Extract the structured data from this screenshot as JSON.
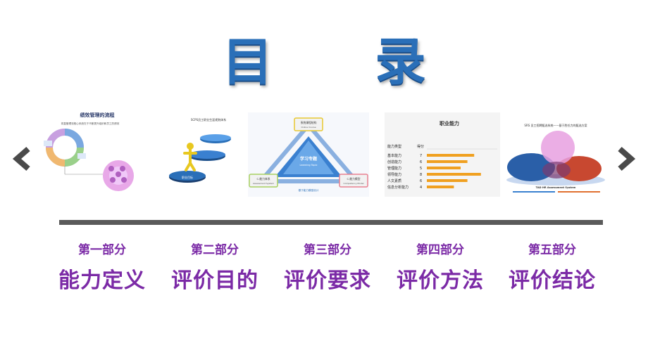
{
  "title": "目 录",
  "nav": {
    "prev_icon": "chevron-left-icon",
    "next_icon": "chevron-right-icon"
  },
  "thumbnails": [
    {
      "caption": "绩效管理的流程",
      "subcaption": "将直管理流程心系统在于不断提升组织和员工的绩效"
    },
    {
      "caption": "SCPS员工职业生涯规划体系",
      "label": "职业目标"
    },
    {
      "top": "系统课程结构",
      "top_en": "Online Course",
      "center": "学习专题",
      "center_en": "Learning Topic",
      "left": "C.能力体系",
      "left_en": "Assessment System",
      "right": "C.能力模型",
      "right_en": "Competency Model",
      "bottom": "基于能力模型设计"
    },
    {
      "caption": "职业能力",
      "col1": "能力类型",
      "col2": "得分",
      "rows": [
        {
          "label": "基本能力",
          "score": 7
        },
        {
          "label": "创造能力",
          "score": 6
        },
        {
          "label": "管理能力",
          "score": 5
        },
        {
          "label": "领导能力",
          "score": 8
        },
        {
          "label": "人文素质",
          "score": 6
        },
        {
          "label": "信息分析能力",
          "score": 4
        }
      ]
    },
    {
      "caption": "SRS 员工招聘甄选系统——基于胜任力的甄选方案",
      "footer": "TAD HR Assessment System"
    }
  ],
  "sections": [
    {
      "num": "第一部分",
      "name": "能力定义"
    },
    {
      "num": "第二部分",
      "name": "评价目的"
    },
    {
      "num": "第三部分",
      "name": "评价要求"
    },
    {
      "num": "第四部分",
      "name": "评价方法"
    },
    {
      "num": "第五部分",
      "name": "评价结论"
    }
  ],
  "colors": {
    "title": "#2a6fb8",
    "section": "#7b2aa6",
    "bar": "#5a5a5a"
  }
}
